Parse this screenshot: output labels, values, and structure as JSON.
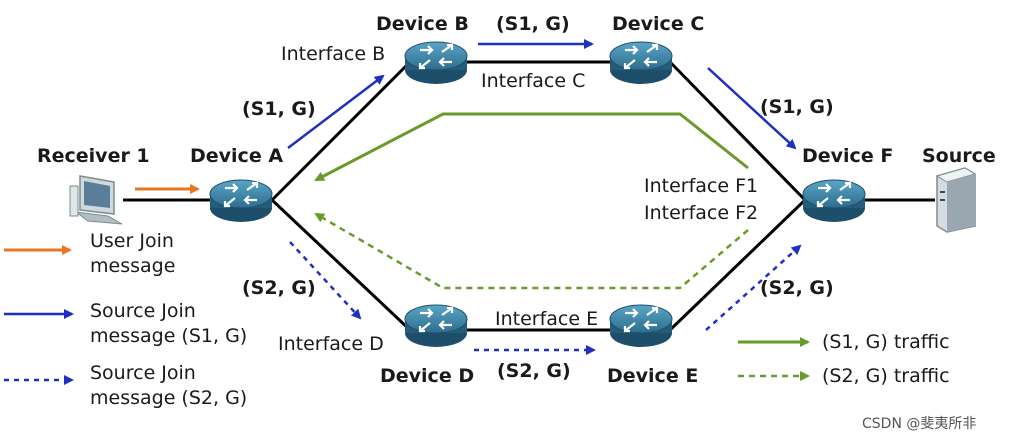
{
  "devices": {
    "a": "Device A",
    "b": "Device B",
    "c": "Device C",
    "d": "Device D",
    "e": "Device E",
    "f": "Device F"
  },
  "endpoints": {
    "receiver": "Receiver 1",
    "source": "Source"
  },
  "interfaces": {
    "b": "Interface B",
    "c": "Interface C",
    "d": "Interface D",
    "e": "Interface E",
    "f1": "Interface F1",
    "f2": "Interface F2"
  },
  "flows": {
    "s1g": "(S1, G)",
    "s2g": "(S2, G)"
  },
  "legend": {
    "user_join_1": "User Join",
    "user_join_2": "message",
    "source_join_s1_1": "Source Join",
    "source_join_s1_2": "message (S1, G)",
    "source_join_s2_1": "Source Join",
    "source_join_s2_2": "message (S2, G)",
    "s1_traffic": "(S1, G) traffic",
    "s2_traffic": "(S2, G) traffic"
  },
  "watermark": "CSDN @斐夷所非",
  "colors": {
    "user_join": "#e87722",
    "source_join": "#1f2fbf",
    "traffic": "#6a9a2a",
    "link": "#000000",
    "router": "#2e6c8c"
  },
  "icons": {
    "router": "router-icon",
    "pc": "pc-icon",
    "server": "server-icon"
  }
}
